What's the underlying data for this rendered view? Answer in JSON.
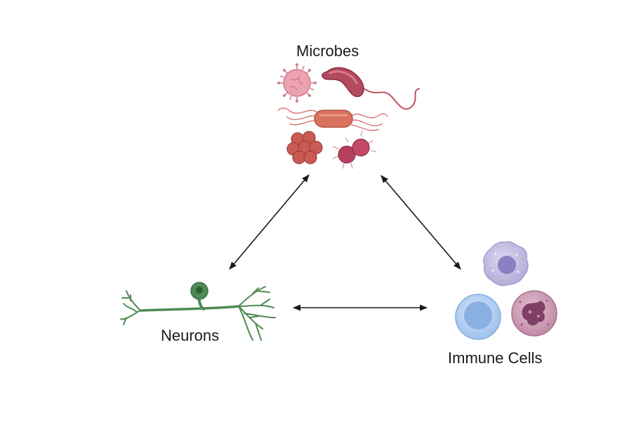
{
  "diagram": {
    "nodes": {
      "microbes": {
        "label": "Microbes",
        "icons": [
          "virus-icon",
          "rod-bacterium-icon",
          "flagellated-bacterium-icon",
          "coccus-cluster-icon",
          "diplococcus-icon"
        ]
      },
      "neurons": {
        "label": "Neurons",
        "icons": [
          "neuron-icon"
        ]
      },
      "immune_cells": {
        "label": "Immune Cells",
        "icons": [
          "lymphocyte-icon",
          "monocyte-icon",
          "neutrophil-icon"
        ]
      }
    },
    "edges": [
      {
        "from": "microbes",
        "to": "neurons",
        "bidirectional": true
      },
      {
        "from": "microbes",
        "to": "immune_cells",
        "bidirectional": true
      },
      {
        "from": "neurons",
        "to": "immune_cells",
        "bidirectional": true
      }
    ],
    "colors": {
      "arrow": "#1a1a1a",
      "neuron": "#4f8a55",
      "microbe": "#c0505e",
      "immune_blue": "#a9c8ef",
      "immune_purple": "#b9b3dc",
      "immune_mauve": "#c48aa6"
    }
  }
}
